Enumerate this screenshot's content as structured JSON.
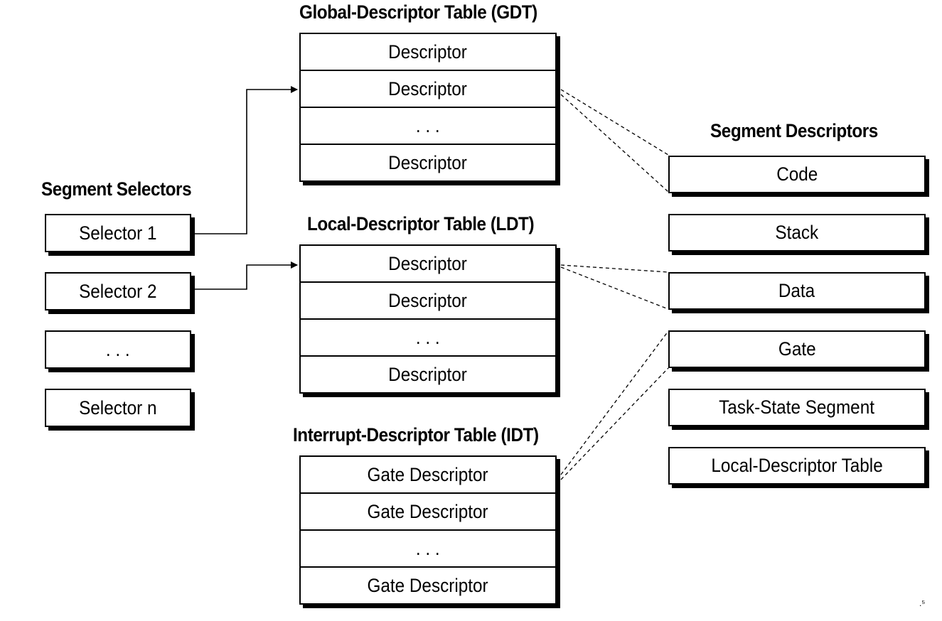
{
  "gdt": {
    "title": "Global-Descriptor Table (GDT)",
    "rows": [
      "Descriptor",
      "Descriptor",
      ". . .",
      "Descriptor"
    ]
  },
  "ldt": {
    "title": "Local-Descriptor Table (LDT)",
    "rows": [
      "Descriptor",
      "Descriptor",
      ". . .",
      "Descriptor"
    ]
  },
  "idt": {
    "title": "Interrupt-Descriptor Table (IDT)",
    "rows": [
      "Gate Descriptor",
      "Gate Descriptor",
      ". . .",
      "Gate Descriptor"
    ]
  },
  "selectors": {
    "title": "Segment Selectors",
    "items": [
      "Selector 1",
      "Selector 2",
      ". . .",
      "Selector n"
    ]
  },
  "descriptors": {
    "title": "Segment Descriptors",
    "items": [
      "Code",
      "Stack",
      "Data",
      "Gate",
      "Task-State Segment",
      "Local-Descriptor Table"
    ]
  },
  "corner_mark": ".⁵"
}
